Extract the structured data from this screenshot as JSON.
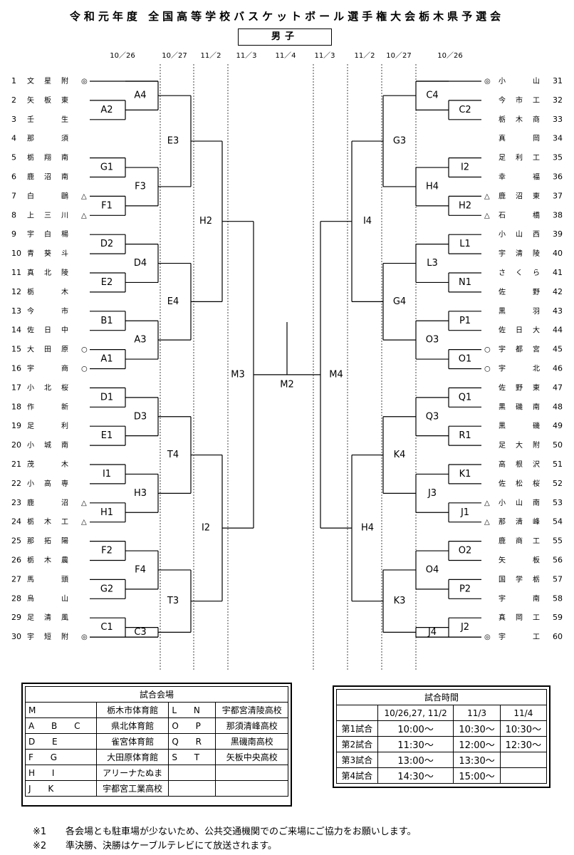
{
  "title": "令和元年度 全国高等学校バスケットボール選手権大会栃木県予選会",
  "division": "男子",
  "dates": [
    "10／26",
    "10／27",
    "11／2",
    "11／3",
    "11／4",
    "11／3",
    "11／2",
    "10／27",
    "10／26"
  ],
  "left_teams": [
    {
      "no": "1",
      "name": "文星附",
      "mark": "◎"
    },
    {
      "no": "2",
      "name": "矢板東",
      "mark": ""
    },
    {
      "no": "3",
      "name": "壬生",
      "mark": ""
    },
    {
      "no": "4",
      "name": "那須",
      "mark": ""
    },
    {
      "no": "5",
      "name": "栃翔南",
      "mark": ""
    },
    {
      "no": "6",
      "name": "鹿沼南",
      "mark": ""
    },
    {
      "no": "7",
      "name": "白鷗",
      "mark": "△"
    },
    {
      "no": "8",
      "name": "上三川",
      "mark": "△"
    },
    {
      "no": "9",
      "name": "宇白楊",
      "mark": ""
    },
    {
      "no": "10",
      "name": "青葵斗",
      "mark": ""
    },
    {
      "no": "11",
      "name": "真北陵",
      "mark": ""
    },
    {
      "no": "12",
      "name": "栃木",
      "mark": ""
    },
    {
      "no": "13",
      "name": "今市",
      "mark": ""
    },
    {
      "no": "14",
      "name": "佐日中",
      "mark": ""
    },
    {
      "no": "15",
      "name": "大田原",
      "mark": "○"
    },
    {
      "no": "16",
      "name": "宇商",
      "mark": "○"
    },
    {
      "no": "17",
      "name": "小北桜",
      "mark": ""
    },
    {
      "no": "18",
      "name": "作新",
      "mark": ""
    },
    {
      "no": "19",
      "name": "足利",
      "mark": ""
    },
    {
      "no": "20",
      "name": "小城南",
      "mark": ""
    },
    {
      "no": "21",
      "name": "茂木",
      "mark": ""
    },
    {
      "no": "22",
      "name": "小高専",
      "mark": ""
    },
    {
      "no": "23",
      "name": "鹿沼",
      "mark": "△"
    },
    {
      "no": "24",
      "name": "栃木工",
      "mark": "△"
    },
    {
      "no": "25",
      "name": "那拓陽",
      "mark": ""
    },
    {
      "no": "26",
      "name": "栃木農",
      "mark": ""
    },
    {
      "no": "27",
      "name": "馬頭",
      "mark": ""
    },
    {
      "no": "28",
      "name": "烏山",
      "mark": ""
    },
    {
      "no": "29",
      "name": "足清風",
      "mark": ""
    },
    {
      "no": "30",
      "name": "宇短附",
      "mark": "◎"
    }
  ],
  "right_teams": [
    {
      "no": "31",
      "name": "小山",
      "mark": "◎"
    },
    {
      "no": "32",
      "name": "今市工",
      "mark": ""
    },
    {
      "no": "33",
      "name": "栃木商",
      "mark": ""
    },
    {
      "no": "34",
      "name": "真岡",
      "mark": ""
    },
    {
      "no": "35",
      "name": "足利工",
      "mark": ""
    },
    {
      "no": "36",
      "name": "幸福",
      "mark": ""
    },
    {
      "no": "37",
      "name": "鹿沼東",
      "mark": "△"
    },
    {
      "no": "38",
      "name": "石橋",
      "mark": "△"
    },
    {
      "no": "39",
      "name": "小山西",
      "mark": ""
    },
    {
      "no": "40",
      "name": "宇清陵",
      "mark": ""
    },
    {
      "no": "41",
      "name": "さくら",
      "mark": ""
    },
    {
      "no": "42",
      "name": "佐野",
      "mark": ""
    },
    {
      "no": "43",
      "name": "黒羽",
      "mark": ""
    },
    {
      "no": "44",
      "name": "佐日大",
      "mark": ""
    },
    {
      "no": "45",
      "name": "宇都宮",
      "mark": "○"
    },
    {
      "no": "46",
      "name": "宇北",
      "mark": "○"
    },
    {
      "no": "47",
      "name": "佐野東",
      "mark": ""
    },
    {
      "no": "48",
      "name": "黒磯南",
      "mark": ""
    },
    {
      "no": "49",
      "name": "黒磯",
      "mark": ""
    },
    {
      "no": "50",
      "name": "足大附",
      "mark": ""
    },
    {
      "no": "51",
      "name": "高根沢",
      "mark": ""
    },
    {
      "no": "52",
      "name": "佐松桜",
      "mark": ""
    },
    {
      "no": "53",
      "name": "小山南",
      "mark": "△"
    },
    {
      "no": "54",
      "name": "那清峰",
      "mark": "△"
    },
    {
      "no": "55",
      "name": "鹿商工",
      "mark": ""
    },
    {
      "no": "56",
      "name": "矢板",
      "mark": ""
    },
    {
      "no": "57",
      "name": "国学栃",
      "mark": ""
    },
    {
      "no": "58",
      "name": "宇南",
      "mark": ""
    },
    {
      "no": "59",
      "name": "真岡工",
      "mark": ""
    },
    {
      "no": "60",
      "name": "宇工",
      "mark": "◎"
    }
  ],
  "match_labels": {
    "left_r1": [
      "A2",
      "G1",
      "F1",
      "D2",
      "E2",
      "B1",
      "A1",
      "D1",
      "E1",
      "I1",
      "H1",
      "F2",
      "G2",
      "C1"
    ],
    "left_r2": [
      "A4",
      "F3",
      "D4",
      "A3",
      "D3",
      "H3",
      "F4",
      "C3"
    ],
    "left_r3": [
      "E3",
      "E4",
      "T4",
      "T3"
    ],
    "left_r4": [
      "H2",
      "I2"
    ],
    "left_semi": "M3",
    "final": "M2",
    "right_semi": "M4",
    "right_r4": [
      "I4",
      "H4"
    ],
    "right_r3": [
      "G3",
      "G4",
      "K4",
      "K3"
    ],
    "right_r2": [
      "C4",
      "H4",
      "L3",
      "O3",
      "Q3",
      "J3",
      "O4",
      "J4"
    ],
    "right_r1": [
      "C2",
      "I2",
      "H2",
      "L1",
      "N1",
      "P1",
      "O1",
      "Q1",
      "R1",
      "K1",
      "J1",
      "O2",
      "P2",
      "J2"
    ]
  },
  "venue": {
    "title": "試合会場",
    "rows": [
      {
        "code1": "M",
        "venue1": "栃木市体育館",
        "code2": "L N",
        "venue2": "宇都宮清陵高校"
      },
      {
        "code1": "A B C",
        "venue1": "県北体育館",
        "code2": "O P",
        "venue2": "那須清峰高校"
      },
      {
        "code1": "D E",
        "venue1": "雀宮体育館",
        "code2": "Q R",
        "venue2": "黒磯南高校"
      },
      {
        "code1": "F G",
        "venue1": "大田原体育館",
        "code2": "S T",
        "venue2": "矢板中央高校"
      },
      {
        "code1": "H I",
        "venue1": "アリーナたぬま",
        "code2": "",
        "venue2": ""
      },
      {
        "code1": "J K",
        "venue1": "宇都宮工業高校",
        "code2": "",
        "venue2": ""
      }
    ]
  },
  "times": {
    "title": "試合時間",
    "headers": [
      "10/26,27, 11/2",
      "11/3",
      "11/4"
    ],
    "rows": [
      {
        "label": "第1試合",
        "t1": "10:00〜",
        "t2": "10:30〜",
        "t3": "10:30〜"
      },
      {
        "label": "第2試合",
        "t1": "11:30〜",
        "t2": "12:00〜",
        "t3": "12:30〜"
      },
      {
        "label": "第3試合",
        "t1": "13:00〜",
        "t2": "13:30〜",
        "t3": ""
      },
      {
        "label": "第4試合",
        "t1": "14:30〜",
        "t2": "15:00〜",
        "t3": ""
      }
    ]
  },
  "notes": [
    {
      "mark": "※1",
      "text": "各会場とも駐車場が少ないため、公共交通機関でのご来場にご協力をお願いします。"
    },
    {
      "mark": "※2",
      "text": "準決勝、決勝はケーブルテレビにて放送されます。"
    }
  ]
}
